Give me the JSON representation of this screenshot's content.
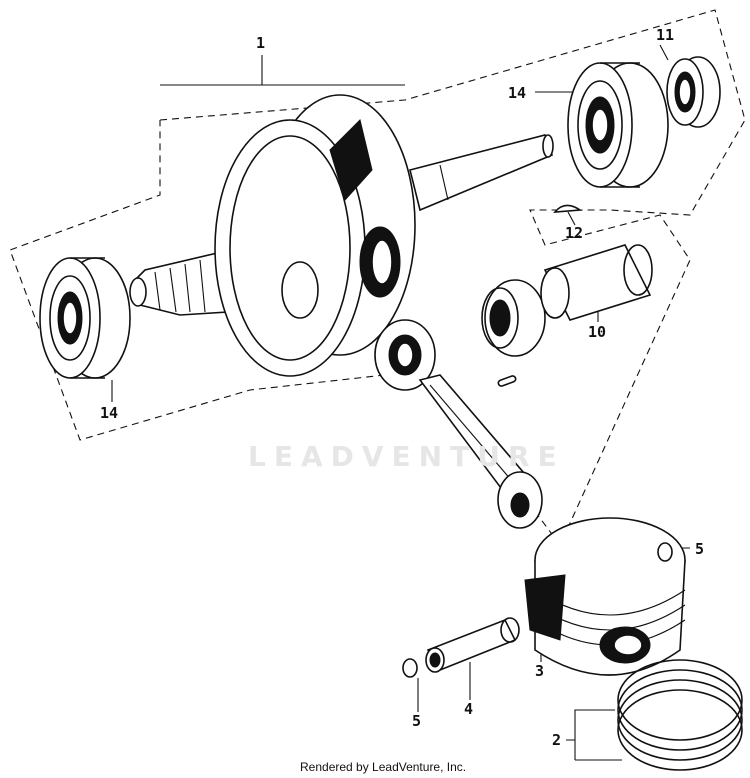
{
  "callouts": {
    "c1": "1",
    "c2": "2",
    "c3": "3",
    "c4": "4",
    "c5a": "5",
    "c5b": "5",
    "c10": "10",
    "c11": "11",
    "c12": "12",
    "c14a": "14",
    "c14b": "14"
  },
  "watermark": "LEADVENTURE",
  "footer": "Rendered by LeadVenture, Inc."
}
